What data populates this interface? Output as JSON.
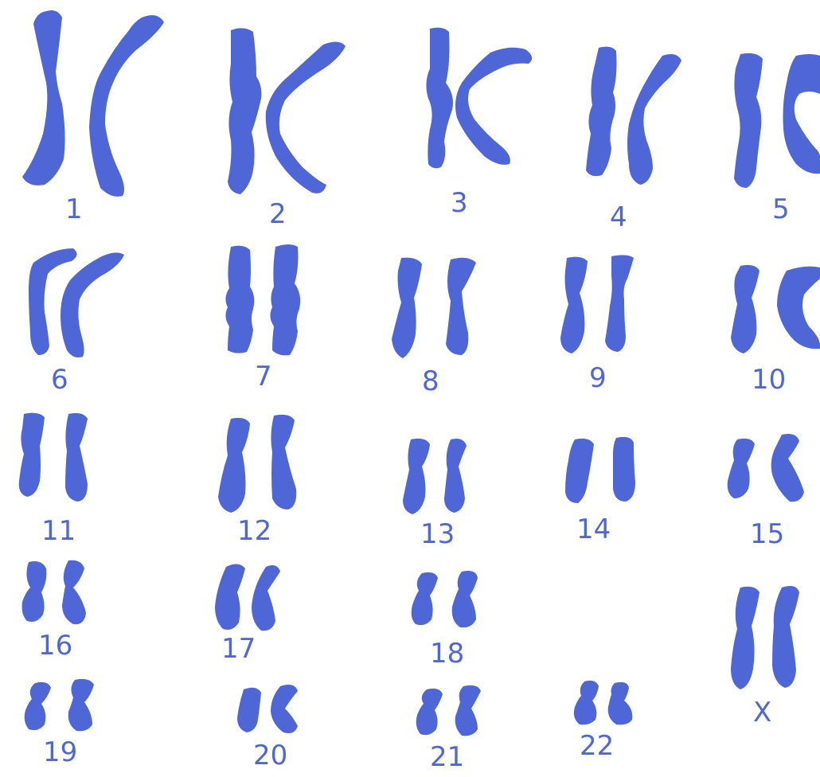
{
  "karyotype": {
    "color": "#4f67d6",
    "labels": {
      "c1": "1",
      "c2": "2",
      "c3": "3",
      "c4": "4",
      "c5": "5",
      "c6": "6",
      "c7": "7",
      "c8": "8",
      "c9": "9",
      "c10": "10",
      "c11": "11",
      "c12": "12",
      "c13": "13",
      "c14": "14",
      "c15": "15",
      "c16": "16",
      "c17": "17",
      "c18": "18",
      "c19": "19",
      "c20": "20",
      "c21": "21",
      "c22": "22",
      "cx": "X"
    }
  }
}
